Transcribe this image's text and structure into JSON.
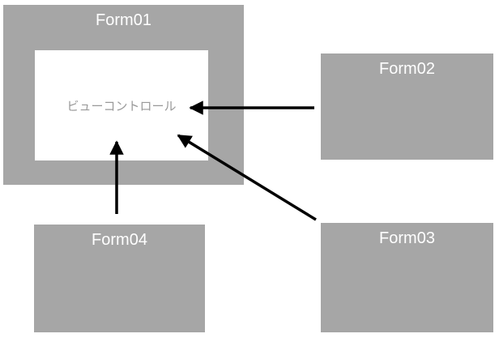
{
  "diagram": {
    "form01": {
      "label": "Form01"
    },
    "form02": {
      "label": "Form02"
    },
    "form03": {
      "label": "Form03"
    },
    "form04": {
      "label": "Form04"
    },
    "view_control": {
      "label": "ビューコントロール"
    },
    "arrows": [
      {
        "name": "form02-to-view-control",
        "from": "Form02",
        "to": "ビューコントロール"
      },
      {
        "name": "form04-to-view-control",
        "from": "Form04",
        "to": "ビューコントロール"
      },
      {
        "name": "form03-to-view-control",
        "from": "Form03",
        "to": "ビューコントロール"
      }
    ]
  },
  "colors": {
    "background": "#ffffff",
    "box_gray": "#a6a6a6",
    "label_text": "#ffffff",
    "view_text": "#999999",
    "arrow": "#000000"
  }
}
